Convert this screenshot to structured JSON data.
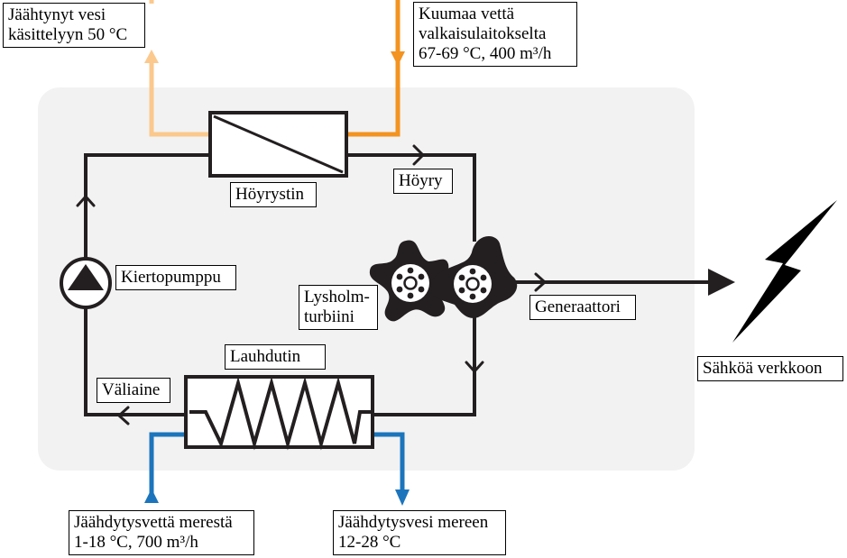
{
  "colors": {
    "panel": "#f2f2f2",
    "loop": "#231f20",
    "hot_water": "#f39320",
    "cooled_water": "#fbc98d",
    "sea_water": "#1c75bc",
    "bolt": "#000000"
  },
  "labels": {
    "cooled_out": [
      "Jäähtynyt vesi",
      "käsittelyyn 50 °C"
    ],
    "hot_in": [
      "Kuumaa vettä",
      "valkaisulaitokselta",
      "67-69 °C, 400 m³/h"
    ],
    "evaporator": "Höyrystin",
    "steam": "Höyry",
    "pump": "Kiertopumppu",
    "turbine": [
      "Lysholm-",
      "turbiini"
    ],
    "generator": "Generaattori",
    "condenser": "Lauhdutin",
    "medium": "Väliaine",
    "grid": "Sähköä verkkoon",
    "sea_in": [
      "Jäähdytysvettä merestä",
      "1-18 °C, 700 m³/h"
    ],
    "sea_out": [
      "Jäähdytysvesi mereen",
      "12-28 °C"
    ]
  }
}
